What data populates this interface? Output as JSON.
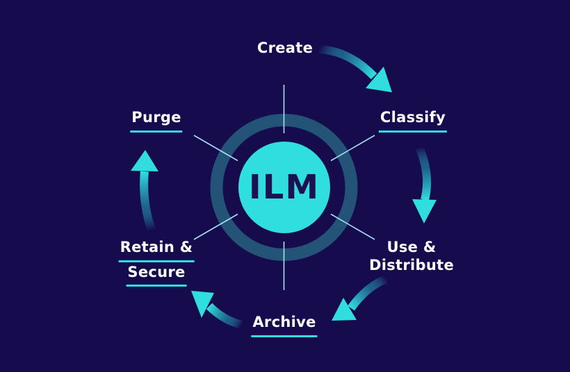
{
  "center": {
    "label": "ILM"
  },
  "stages": [
    {
      "id": "create",
      "label": "Create",
      "underlined": false
    },
    {
      "id": "classify",
      "label": "Classify",
      "underlined": true
    },
    {
      "id": "use-distribute",
      "line1": "Use &",
      "line2": "Distribute",
      "underlined": false
    },
    {
      "id": "archive",
      "label": "Archive",
      "underlined": true
    },
    {
      "id": "retain-secure",
      "line1": "Retain &",
      "line2": "Secure",
      "underlined": true
    },
    {
      "id": "purge",
      "label": "Purge",
      "underlined": true
    }
  ],
  "arrows": [
    {
      "from": "Create",
      "to": "Classify"
    },
    {
      "from": "Classify",
      "to": "Use & Distribute"
    },
    {
      "from": "Use & Distribute",
      "to": "Archive"
    },
    {
      "from": "Archive",
      "to": "Retain & Secure"
    },
    {
      "from": "Retain & Secure",
      "to": "Purge"
    }
  ],
  "colors": {
    "background": "#160b4d",
    "ring": "#235377",
    "spoke": "#a9dff3",
    "accent_cyan": "#31dedf",
    "label_text": "#ffffff",
    "center_text": "#1b1153"
  }
}
